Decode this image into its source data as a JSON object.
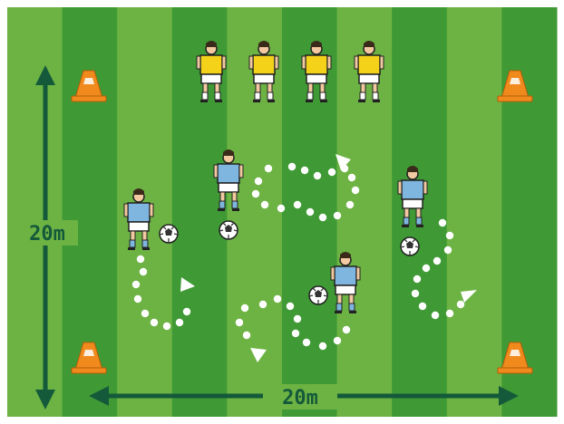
{
  "dimensions": {
    "vertical_label": "20m",
    "horizontal_label": "20m"
  },
  "colors": {
    "stripe_light": "#6db344",
    "stripe_dark": "#3f9a35",
    "arrow": "#145a3a",
    "cone": "#f08a1c",
    "attacker_shirt": "#f4d21a",
    "dribbler_shirt": "#7fb6e0",
    "dribble_path": "#ffffff",
    "label_bg": "#6db344"
  },
  "players": {
    "waiting_count": 4,
    "dribbler_count": 4,
    "balls": 4,
    "cones": 4
  }
}
